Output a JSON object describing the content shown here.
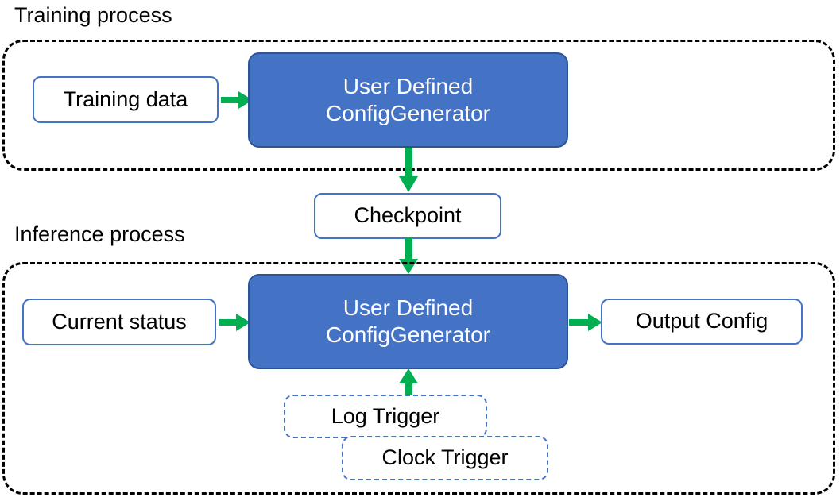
{
  "diagram": {
    "title_training": "Training process",
    "title_inference": "Inference process",
    "colors": {
      "accent_green": "#00B050",
      "box_blue_fill": "#4472C4",
      "box_blue_border": "#2E5395",
      "outline_blue": "#4472C4",
      "group_border": "#000000",
      "text_dark": "#000000",
      "text_light": "#FFFFFF"
    }
  },
  "training": {
    "caption": "Training process",
    "input": {
      "label": "Training data"
    },
    "processor": {
      "line1": "User Defined",
      "line2": "ConfigGenerator"
    }
  },
  "bridge": {
    "checkpoint": {
      "label": "Checkpoint"
    }
  },
  "inference": {
    "caption": "Inference process",
    "input": {
      "label": "Current status"
    },
    "processor": {
      "line1": "User Defined",
      "line2": "ConfigGenerator"
    },
    "output": {
      "label": "Output Config"
    },
    "triggers": [
      {
        "label": "Log Trigger"
      },
      {
        "label": "Clock Trigger"
      }
    ]
  },
  "arrows": [
    {
      "name": "training-data-to-processor",
      "direction": "right"
    },
    {
      "name": "training-processor-to-checkpoint",
      "direction": "down"
    },
    {
      "name": "checkpoint-to-inference-processor",
      "direction": "down"
    },
    {
      "name": "current-status-to-processor",
      "direction": "right"
    },
    {
      "name": "processor-to-output-config",
      "direction": "right"
    },
    {
      "name": "triggers-to-processor",
      "direction": "up"
    }
  ]
}
